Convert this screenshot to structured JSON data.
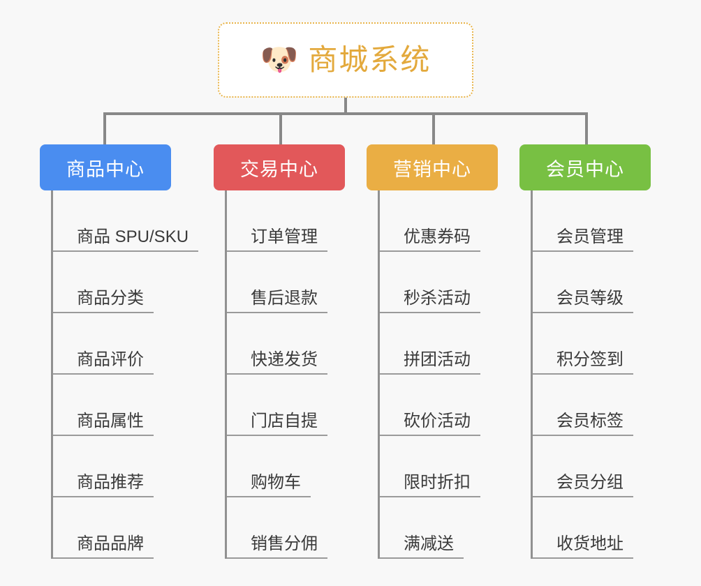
{
  "page": {
    "background_color": "#f8f8f8",
    "title": "商城系统 功能结构图"
  },
  "root": {
    "icon": "shiba-dog-face-emoji",
    "emoji": "🐶",
    "label": "商城系统",
    "text_color": "#e3a93c",
    "border_color": "#e8b44a",
    "background_color": "#ffffff"
  },
  "connector": {
    "color": "#888888"
  },
  "columns": [
    {
      "id": "product-center",
      "label": "商品中心",
      "color": "#4a8df0",
      "items": [
        {
          "label": "商品 SPU/SKU"
        },
        {
          "label": "商品分类"
        },
        {
          "label": "商品评价"
        },
        {
          "label": "商品属性"
        },
        {
          "label": "商品推荐"
        },
        {
          "label": "商品品牌"
        }
      ]
    },
    {
      "id": "trade-center",
      "label": "交易中心",
      "color": "#e2585a",
      "items": [
        {
          "label": "订单管理"
        },
        {
          "label": "售后退款"
        },
        {
          "label": "快递发货"
        },
        {
          "label": "门店自提"
        },
        {
          "label": "购物车"
        },
        {
          "label": "销售分佣"
        }
      ]
    },
    {
      "id": "marketing-center",
      "label": "营销中心",
      "color": "#eaae44",
      "items": [
        {
          "label": "优惠券码"
        },
        {
          "label": "秒杀活动"
        },
        {
          "label": "拼团活动"
        },
        {
          "label": "砍价活动"
        },
        {
          "label": "限时折扣"
        },
        {
          "label": "满减送"
        }
      ]
    },
    {
      "id": "member-center",
      "label": "会员中心",
      "color": "#78c043",
      "items": [
        {
          "label": "会员管理"
        },
        {
          "label": "会员等级"
        },
        {
          "label": "积分签到"
        },
        {
          "label": "会员标签"
        },
        {
          "label": "会员分组"
        },
        {
          "label": "收货地址"
        }
      ]
    }
  ]
}
